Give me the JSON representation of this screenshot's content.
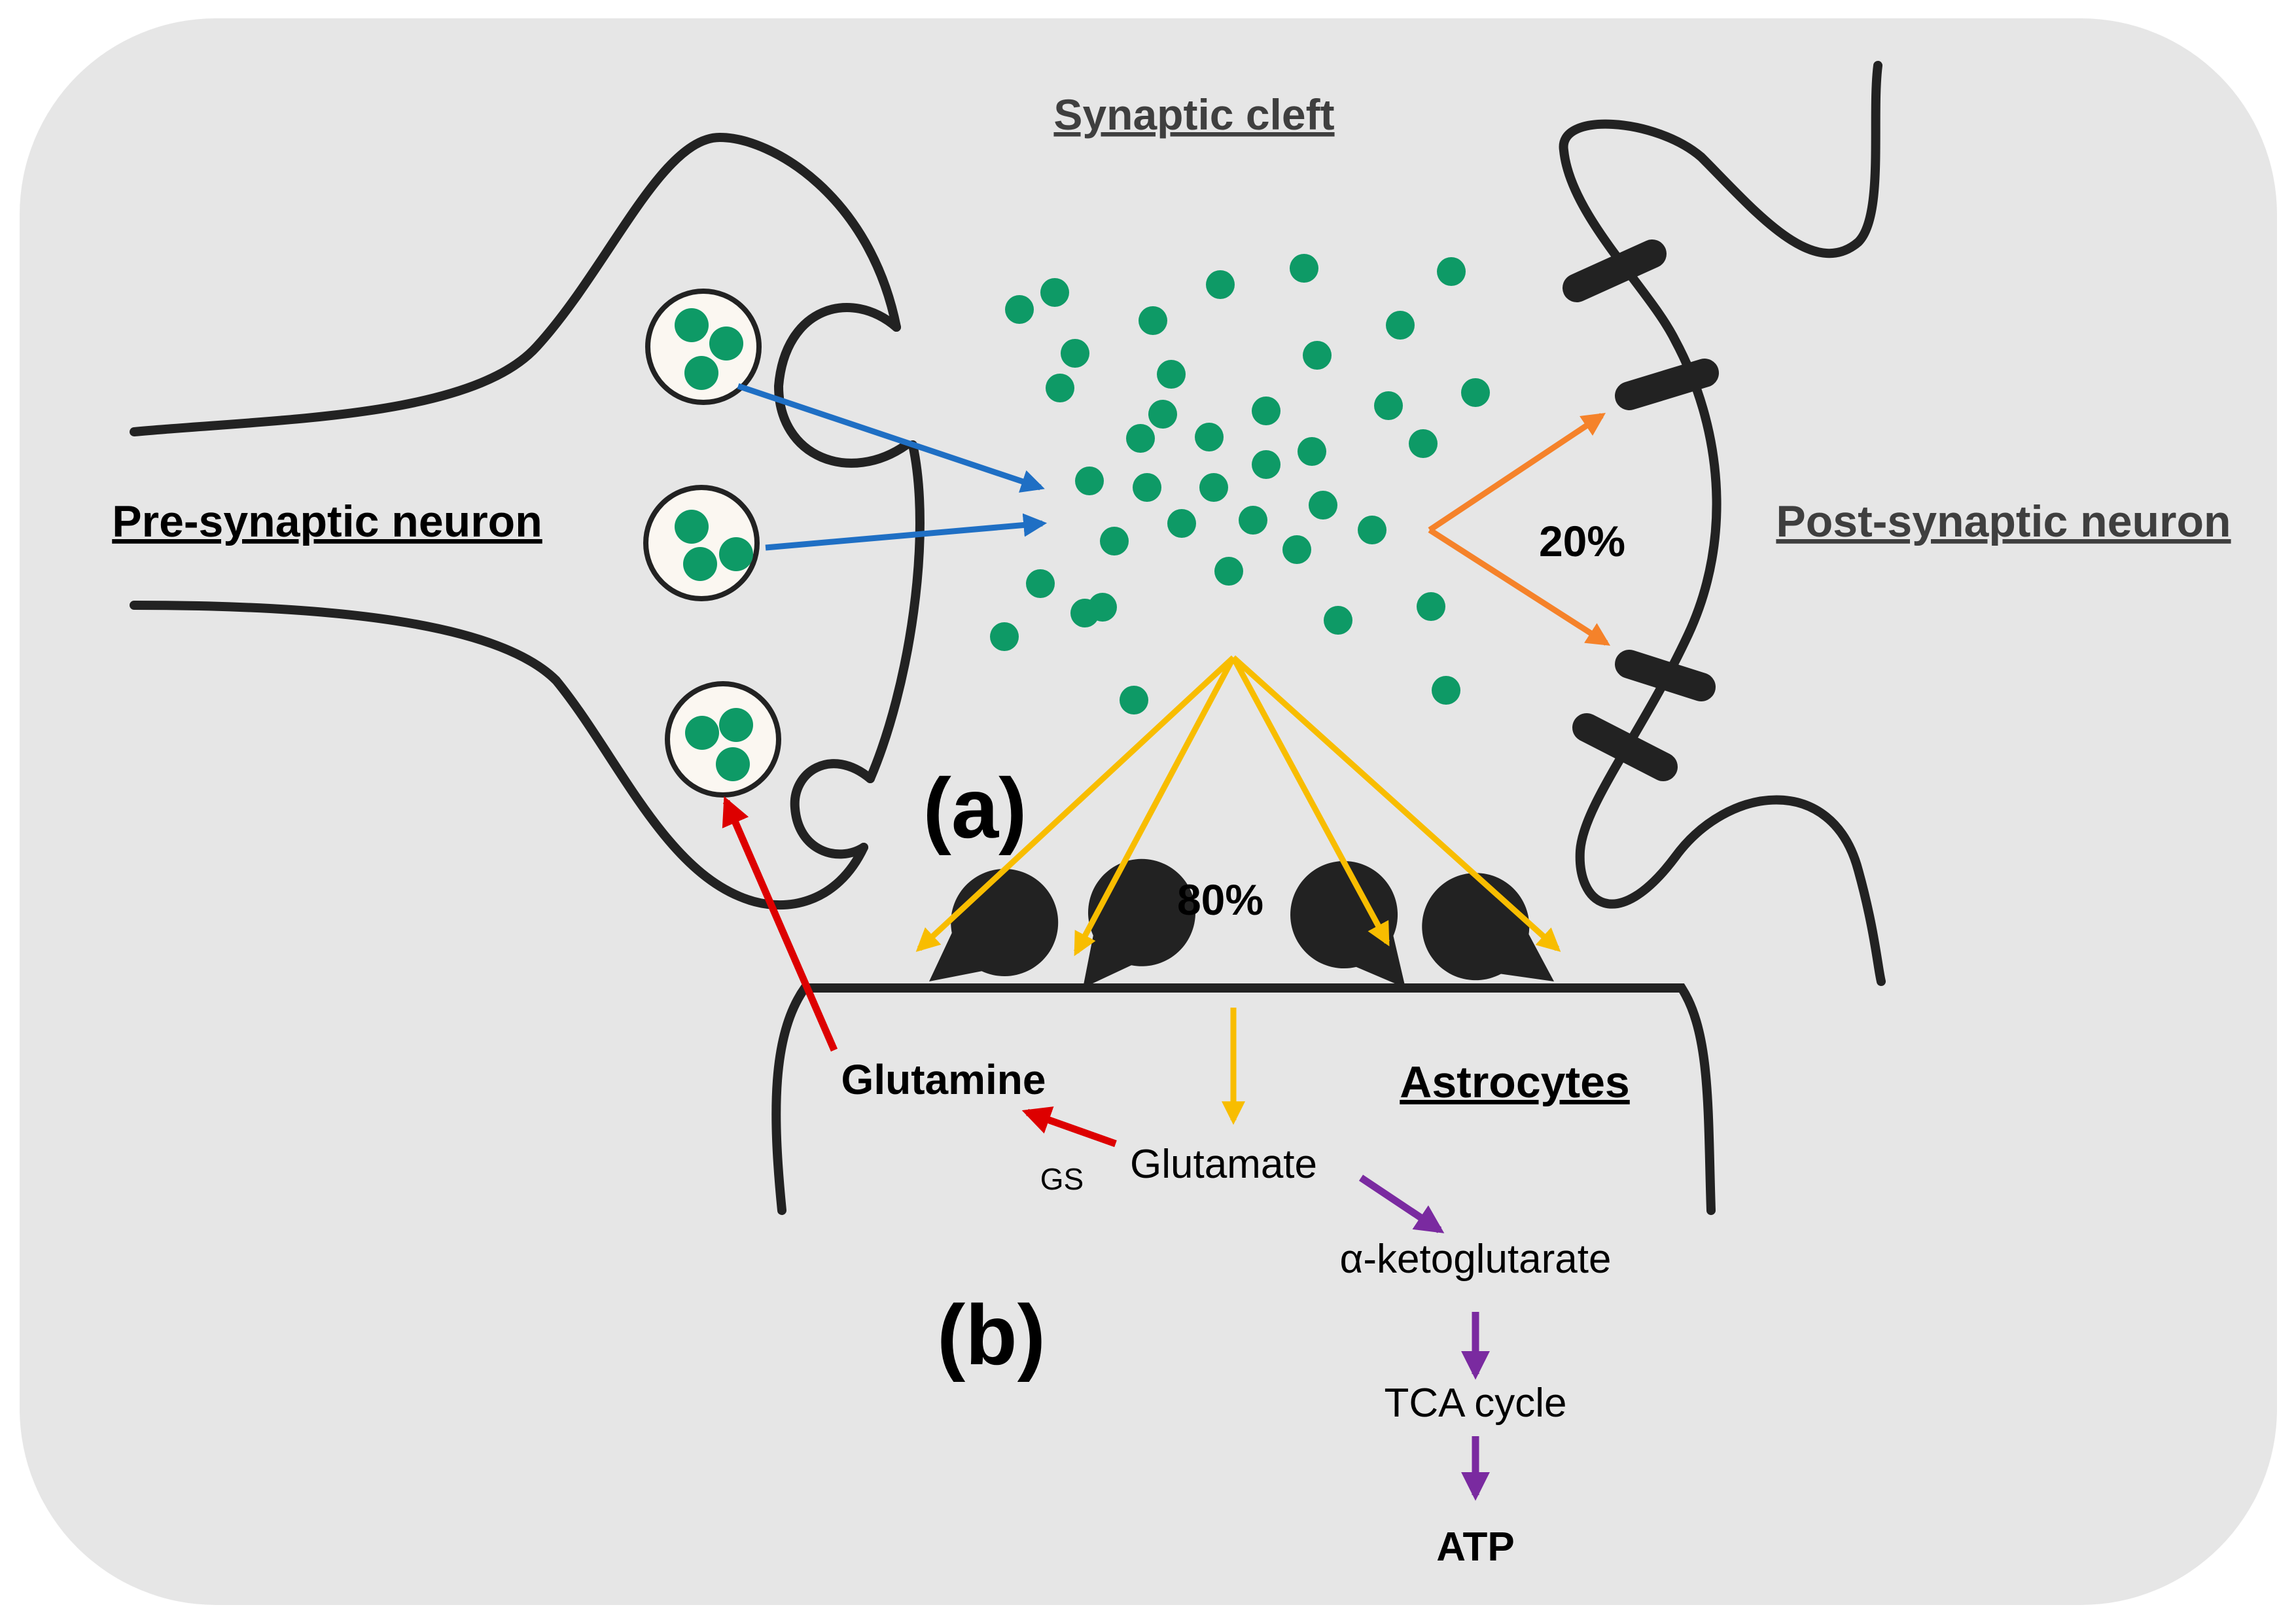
{
  "labels": {
    "synaptic_cleft": "Synaptic cleft",
    "pre_synaptic": "Pre-synaptic neuron",
    "post_synaptic": "Post-synaptic neuron",
    "panel_a": "(a)",
    "panel_b": "(b)",
    "percent_post": "20%",
    "percent_astro": "80%",
    "astrocytes": "Astrocytes",
    "glutamine": "Glutamine",
    "gs": "GS",
    "glutamate": "Glutamate",
    "akg": "α-ketoglutarate",
    "tca": "TCA cycle",
    "atp": "ATP"
  },
  "colors": {
    "background": "#e6e6e6",
    "outline": "#222222",
    "glutamate_dot": "#0e9a66",
    "vesicle_fill": "#fbf7f1",
    "release_arrow": "#1f6fc4",
    "post_arrow": "#f5822a",
    "uptake_arrow": "#f8bd00",
    "glutamine_arrow": "#dd0000",
    "metabolism_arrow": "#7a2aa0"
  }
}
